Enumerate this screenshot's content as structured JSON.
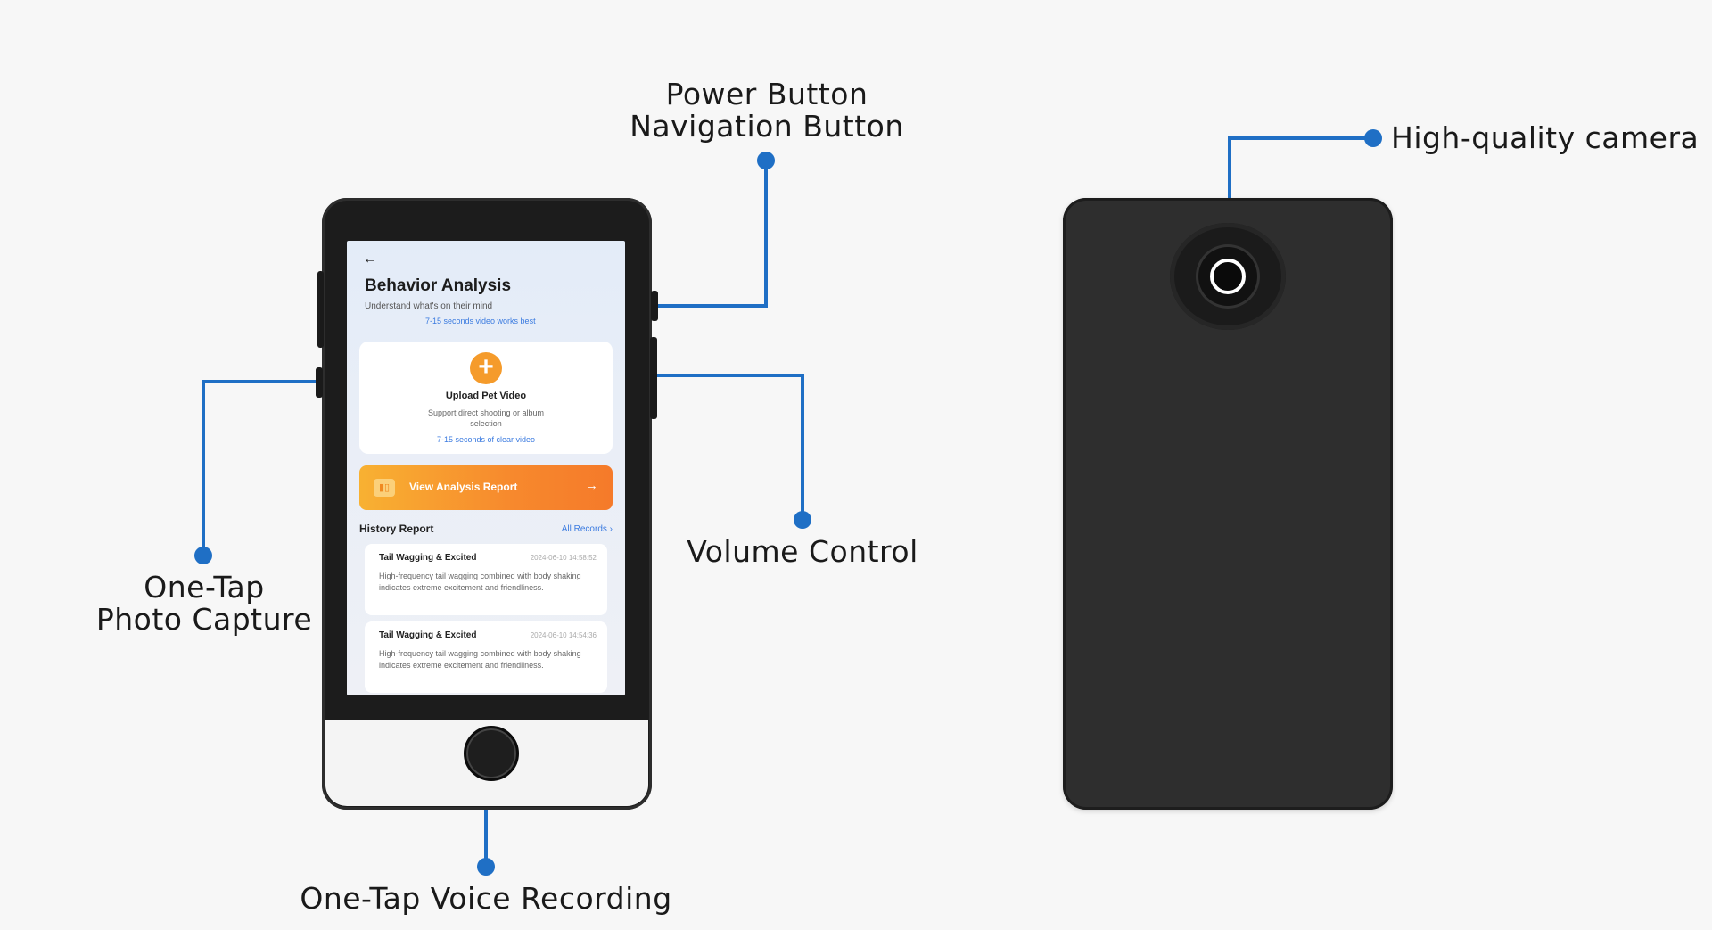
{
  "callouts": {
    "power_nav": [
      "Power Button",
      "Navigation Button"
    ],
    "camera": "High-quality camera",
    "photo": [
      "One-Tap",
      "Photo Capture"
    ],
    "volume": "Volume Control",
    "voice": "One-Tap Voice Recording"
  },
  "screen": {
    "back_arrow": "←",
    "title": "Behavior Analysis",
    "subtitle": "Understand what's on their mind",
    "hint": "7-15 seconds video works best",
    "upload": {
      "icon": "+",
      "title": "Upload Pet Video",
      "desc": "Support direct shooting or album selection",
      "hint": "7-15 seconds of clear video"
    },
    "report_button": {
      "icon": "▮▯",
      "label": "View Analysis Report",
      "arrow": "→"
    },
    "history": {
      "title": "History Report",
      "all_records": "All Records ›",
      "items": [
        {
          "title": "Tail Wagging & Excited",
          "time": "2024-06-10 14:58:52",
          "desc": "High-frequency tail wagging combined with body shaking indicates extreme excitement and friendliness."
        },
        {
          "title": "Tail Wagging & Excited",
          "time": "2024-06-10 14:54:36",
          "desc": "High-frequency tail wagging combined with body shaking indicates extreme excitement and friendliness."
        }
      ]
    }
  },
  "colors": {
    "callout_line": "#1f6fc5",
    "accent_orange": "#f7892d",
    "link_blue": "#3b7be0"
  }
}
